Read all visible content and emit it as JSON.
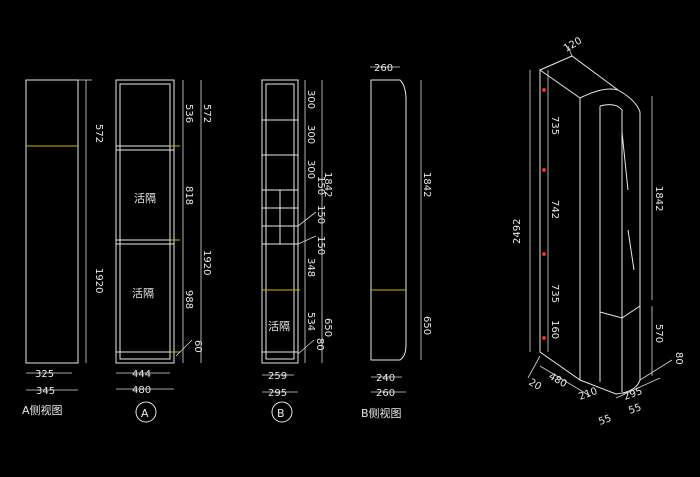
{
  "viewA": {
    "caption": "A侧视图",
    "dims": {
      "top": "572",
      "main": "1920",
      "w_inner": "325",
      "w_outer": "345"
    }
  },
  "viewSecA": {
    "marker": "A",
    "labels": {
      "shelf1": "活隔",
      "shelf2": "活隔"
    },
    "dims": {
      "d536": "536",
      "d572": "572",
      "d818": "818",
      "d988": "988",
      "d1920": "1920",
      "d60": "60",
      "w_inner": "444",
      "w_outer": "480"
    }
  },
  "viewSecB": {
    "marker": "B",
    "labels": {
      "shelf": "活隔"
    },
    "dims": {
      "d300a": "300",
      "d300b": "300",
      "d300c": "300",
      "d150a": "150",
      "d150b": "150",
      "d150c": "150",
      "d1842": "1842",
      "d348": "348",
      "d534": "534",
      "d650": "650",
      "d80": "80",
      "w_inner": "259",
      "w_outer": "295"
    }
  },
  "viewB": {
    "caption": "B侧视图",
    "dims": {
      "w_top": "260",
      "d1842": "1842",
      "d650": "650",
      "w_inner": "240",
      "w_outer": "260"
    }
  },
  "iso": {
    "dims": {
      "d120": "120",
      "d2492": "2492",
      "d735a": "735",
      "d742": "742",
      "d735b": "735",
      "d160": "160",
      "d1842": "1842",
      "d570": "570",
      "d80": "80",
      "d20": "20",
      "d480": "480",
      "d210": "210",
      "d295": "295",
      "d55a": "55",
      "d55b": "55"
    }
  }
}
